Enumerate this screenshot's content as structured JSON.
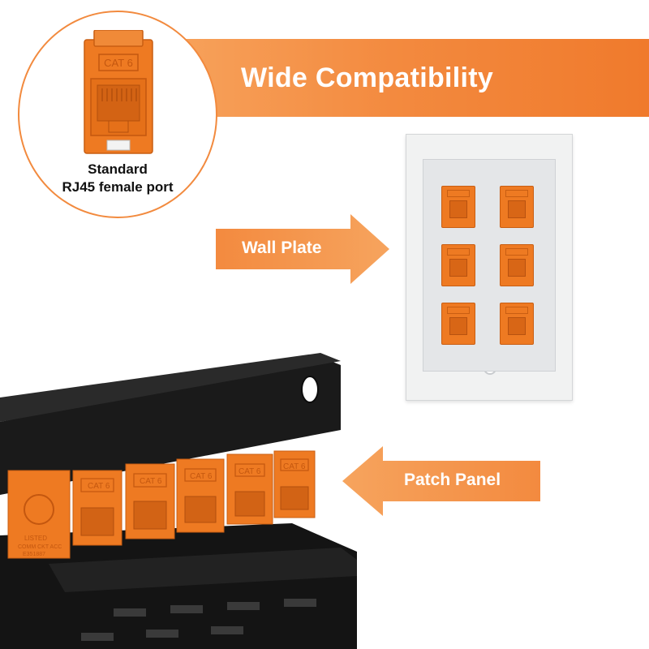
{
  "banner": {
    "title": "Wide Compatibility"
  },
  "callout": {
    "caption_line1": "Standard",
    "caption_line2": "RJ45 female port",
    "jack_label": "CAT 6"
  },
  "wall_plate": {
    "label": "Wall Plate"
  },
  "patch_panel": {
    "label": "Patch Panel",
    "jack_label": "CAT 6",
    "cert_lines": [
      "LISTED",
      "COMM CKT ACC",
      "E351887"
    ]
  },
  "colors": {
    "accent": "#f28a3e",
    "jack": "#ee7a22",
    "panel": "#1b1b1b"
  }
}
